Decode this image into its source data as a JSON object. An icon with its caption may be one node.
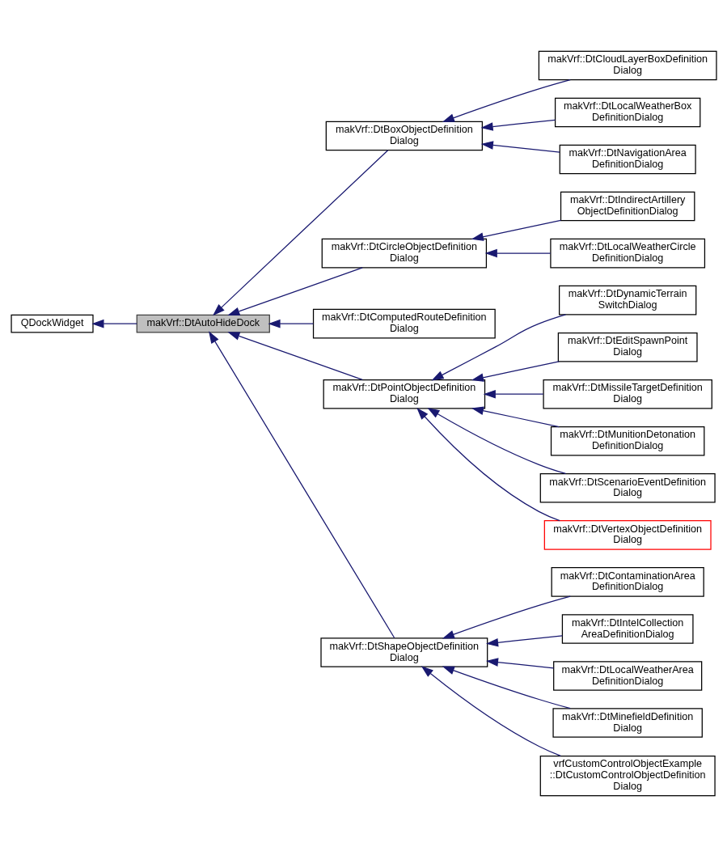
{
  "diagram": {
    "nodes": [
      {
        "text": [
          "QDockWidget"
        ]
      },
      {
        "text": [
          "makVrf::DtAutoHideDock"
        ]
      },
      {
        "text": [
          "makVrf::DtBoxObjectDefinition Dialog"
        ]
      },
      {
        "text": [
          "makVrf::DtCircleObjectDefinition Dialog"
        ]
      },
      {
        "text": [
          "makVrf::DtComputedRouteDefinition Dialog"
        ]
      },
      {
        "text": [
          "makVrf::DtPointObjectDefinition Dialog"
        ]
      },
      {
        "text": [
          "makVrf::DtShapeObjectDefinition Dialog"
        ]
      },
      {
        "text": [
          "makVrf::DtCloudLayerBoxDefinition Dialog"
        ]
      },
      {
        "text": [
          "makVrf::DtLocalWeatherBox DefinitionDialog"
        ]
      },
      {
        "text": [
          "makVrf::DtNavigationArea DefinitionDialog"
        ]
      },
      {
        "text": [
          "makVrf::DtIndirectArtillery ObjectDefinitionDialog"
        ]
      },
      {
        "text": [
          "makVrf::DtLocalWeatherCircle DefinitionDialog"
        ]
      },
      {
        "text": [
          "makVrf::DtDynamicTerrain SwitchDialog"
        ]
      },
      {
        "text": [
          "makVrf::DtEditSpawnPoint Dialog"
        ]
      },
      {
        "text": [
          "makVrf::DtMissileTargetDefinition Dialog"
        ]
      },
      {
        "text": [
          "makVrf::DtMunitionDetonation DefinitionDialog"
        ]
      },
      {
        "text": [
          "makVrf::DtScenarioEventDefinition Dialog"
        ]
      },
      {
        "text": [
          "makVrf::DtVertexObjectDefinition Dialog"
        ]
      },
      {
        "text": [
          "makVrf::DtContaminationArea DefinitionDialog"
        ]
      },
      {
        "text": [
          "makVrf::DtIntelCollection AreaDefinitionDialog"
        ]
      },
      {
        "text": [
          "makVrf::DtLocalWeatherArea DefinitionDialog"
        ]
      },
      {
        "text": [
          "makVrf::DtMinefieldDefinition Dialog"
        ]
      },
      {
        "text": [
          "vrfCustomControlObjectExample ::DtCustomControlObjectDefinition Dialog"
        ]
      }
    ],
    "edges": [
      {
        "from": 1,
        "to": 0,
        "arrow": "to"
      },
      {
        "from": 2,
        "to": 1,
        "arrow": "to"
      },
      {
        "from": 3,
        "to": 1,
        "arrow": "to"
      },
      {
        "from": 4,
        "to": 1,
        "arrow": "to"
      },
      {
        "from": 5,
        "to": 1,
        "arrow": "to"
      },
      {
        "from": 6,
        "to": 1,
        "arrow": "to"
      },
      {
        "from": 7,
        "to": 2,
        "arrow": "to"
      },
      {
        "from": 8,
        "to": 2,
        "arrow": "to"
      },
      {
        "from": 9,
        "to": 2,
        "arrow": "to"
      },
      {
        "from": 10,
        "to": 3,
        "arrow": "to"
      },
      {
        "from": 11,
        "to": 3,
        "arrow": "to"
      },
      {
        "from": 12,
        "to": 5,
        "arrow": "to"
      },
      {
        "from": 13,
        "to": 5,
        "arrow": "to"
      },
      {
        "from": 14,
        "to": 5,
        "arrow": "to"
      },
      {
        "from": 15,
        "to": 5,
        "arrow": "to"
      },
      {
        "from": 16,
        "to": 5,
        "arrow": "to"
      },
      {
        "from": 17,
        "to": 5,
        "arrow": "to"
      },
      {
        "from": 18,
        "to": 6,
        "arrow": "to"
      },
      {
        "from": 19,
        "to": 6,
        "arrow": "to"
      },
      {
        "from": 20,
        "to": 6,
        "arrow": "to"
      },
      {
        "from": 21,
        "to": 6,
        "arrow": "to"
      },
      {
        "from": 22,
        "to": 6,
        "arrow": "to"
      }
    ]
  }
}
